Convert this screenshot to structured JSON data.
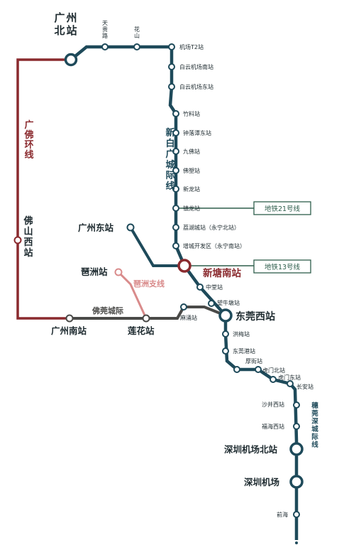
{
  "stations": {
    "guangzhou_north": [
      "广",
      "州",
      "北",
      "站"
    ],
    "tianguilu": [
      "天",
      "贵",
      "路"
    ],
    "huashan": [
      "花",
      "山"
    ],
    "airport_t2": "机场T2站",
    "baiyun_airport_south": "白云机场南站",
    "baiyun_airport_east": "白云机场东站",
    "zhuliao": "竹料站",
    "zhongluotan_east": "钟落潭东站",
    "jiufo": "九佛站",
    "fosu": "佛塑站",
    "xinlong": "新龙站",
    "zhenlong": "镇龙站",
    "lihu_city": "荔湖城站（永宁北站）",
    "zengcheng_dev": "增城开发区（永宁南站）",
    "xintang_south": "新塘南站",
    "guangzhou_east": "广州东站",
    "zhongtang": "中堂站",
    "wangniudun": "望牛墩站",
    "pizhou": "琶洲站",
    "foshan_west": [
      "佛",
      "山",
      "西",
      "站"
    ],
    "guangzhou_south": "广州南站",
    "lianhua": "莲花站",
    "mayong": "麻涌站",
    "dongguan_west": "东莞西站",
    "hongmei": "洪梅站",
    "dongguan_port": "东莞港站",
    "houjie": "厚街站",
    "humen_north": "虎门北站",
    "humen_east": "虎门东站",
    "changan": "长安站",
    "shajing_west": "沙井西站",
    "fuhai_west": "福海西站",
    "shenzhen_airport_north": "深圳机场北站",
    "shenzhen_airport": "深圳机场",
    "qianhai": "前海"
  },
  "lines": {
    "guangfo_ring": [
      "广",
      "佛",
      "环",
      "线"
    ],
    "xinbai_guang": [
      "新",
      "白",
      "广",
      "城",
      "际",
      "线"
    ],
    "pizhou_branch": "琶洲支线",
    "foguan": "佛莞城际",
    "suiguan_shen": [
      "穗",
      "莞",
      "深",
      "城",
      "际",
      "线"
    ]
  },
  "metro_tags": {
    "line21": "地铁21号线",
    "line13": "地铁13号线"
  },
  "colors": {
    "main_line": "#1e4a5a",
    "red_line": "#8a2a2e",
    "pink_line": "#d98b8b",
    "foguan_line": "#4a4a48",
    "metro_tag": "#2e5e4c"
  }
}
